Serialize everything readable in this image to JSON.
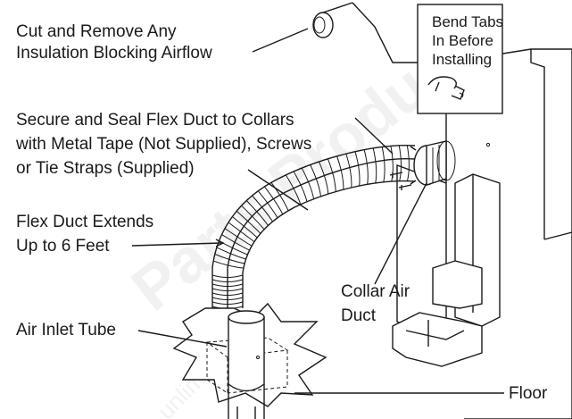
{
  "labels": {
    "cut_remove_line1": "Cut and Remove Any",
    "cut_remove_line2": "Insulation Blocking Airflow",
    "bend_tabs_line1": "Bend Tabs",
    "bend_tabs_line2": "In Before",
    "bend_tabs_line3": "Installing",
    "secure_line1": "Secure and Seal Flex Duct to Collars",
    "secure_line2": "with Metal Tape (Not Supplied), Screws",
    "secure_line3": "or Tie Straps (Supplied)",
    "flex_line1": "Flex Duct Extends",
    "flex_line2": "Up to 6 Feet",
    "collar_line1": "Collar Air",
    "collar_line2": "Duct",
    "air_inlet": "Air Inlet Tube",
    "floor": "Floor"
  },
  "watermark": {
    "text_large": "Parts Produce",
    "text_small": "unlimited.com"
  }
}
